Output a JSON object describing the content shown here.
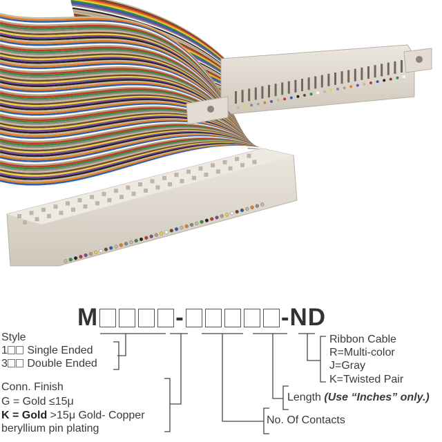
{
  "part_number": {
    "prefix": "M",
    "separator": "-",
    "suffix": "-ND",
    "slots_group1": 4,
    "slots_group2": 5
  },
  "style": {
    "title": "Style",
    "single_prefix": "1",
    "single_label": "Single Ended",
    "double_prefix": "3",
    "double_label": "Double Ended"
  },
  "conn_finish": {
    "title": "Conn. Finish",
    "gold_le": "G = Gold ≤15μ",
    "gold_gt_bold": "K = Gold",
    "gold_gt_rest": " >15μ Gold- Copper",
    "gold_gt_line2": "beryllium pin plating"
  },
  "contacts": {
    "label": "No. Of Contacts"
  },
  "length": {
    "label": "Length ",
    "note": "(Use “Inches” only.)"
  },
  "ribbon": {
    "title": "Ribbon Cable",
    "options": [
      "R=Multi-color",
      "J=Gray",
      "K=Twisted Pair"
    ]
  },
  "colors": {
    "connector": "#e3ddd4",
    "text": "#3a3a3a",
    "wire_base": "#c9b79c"
  }
}
